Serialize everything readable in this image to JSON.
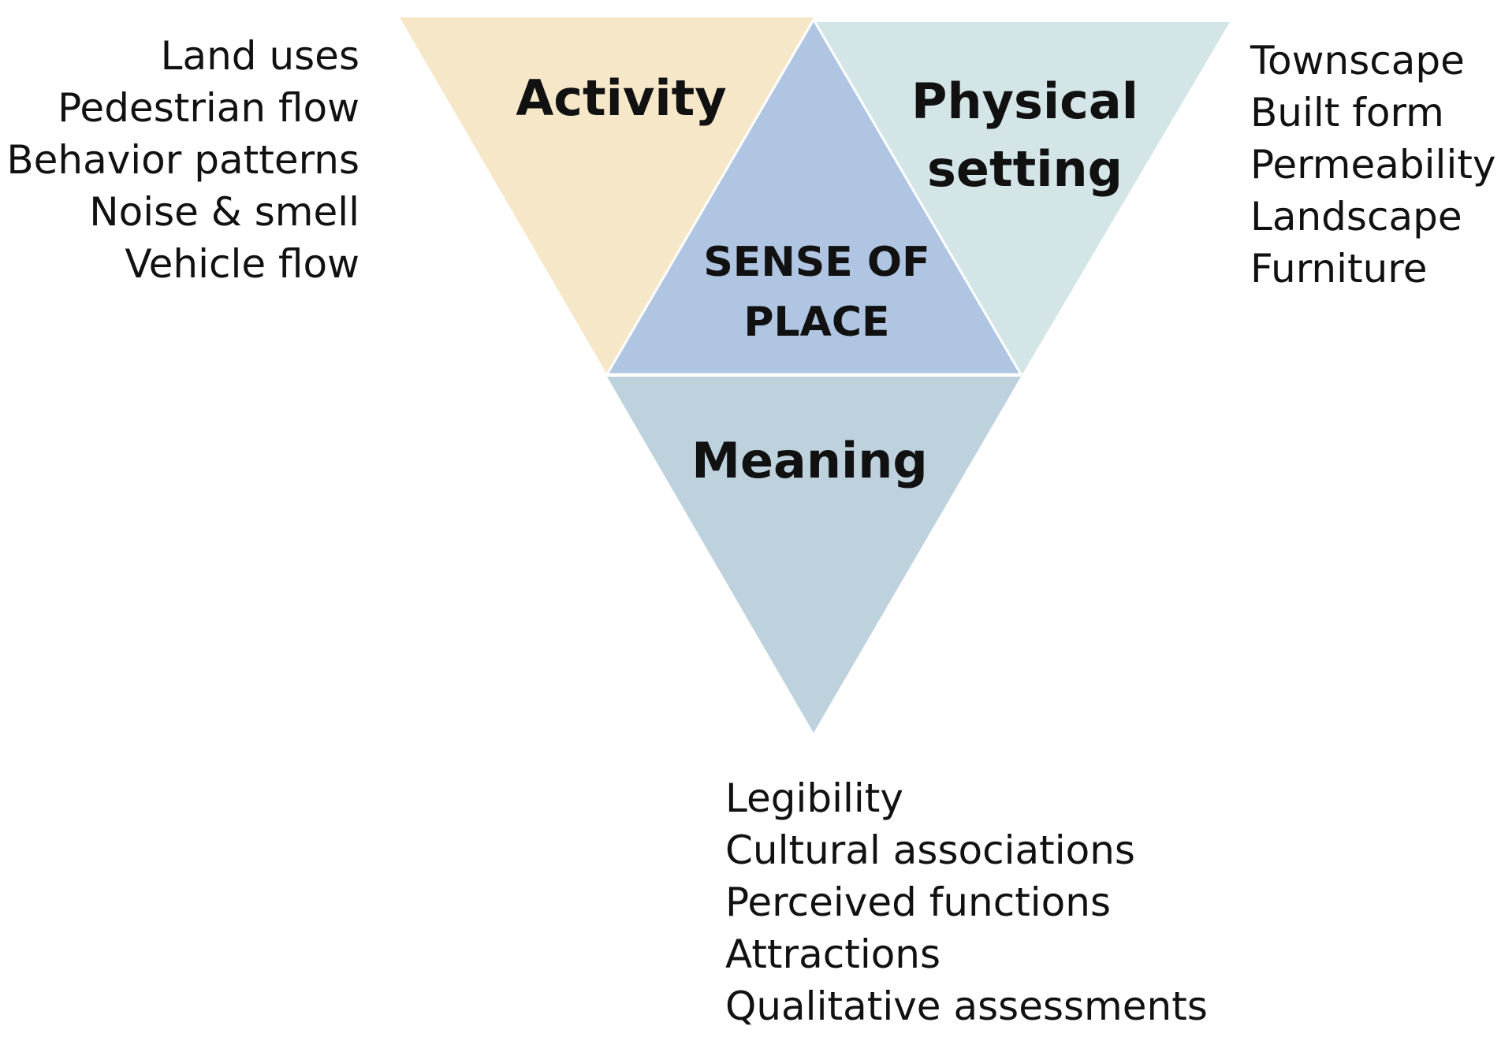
{
  "diagram": {
    "center": {
      "label_line1": "SENSE OF",
      "label_line2": "PLACE",
      "color": "#afc5e2"
    },
    "activity": {
      "label": "Activity",
      "color": "#f6e7c8",
      "items": [
        "Land uses",
        "Pedestrian flow",
        "Behavior patterns",
        "Noise & smell",
        "Vehicle flow"
      ]
    },
    "physical": {
      "label_line1": "Physical",
      "label_line2": "setting",
      "color": "#d4e5e8",
      "items": [
        "Townscape",
        "Built form",
        "Permeability",
        "Landscape",
        "Furniture"
      ]
    },
    "meaning": {
      "label": "Meaning",
      "color": "#bed2de",
      "items": [
        "Legibility",
        "Cultural associations",
        "Perceived functions",
        "Attractions",
        "Qualitative assessments"
      ]
    },
    "separator_color": "#ffffff"
  }
}
